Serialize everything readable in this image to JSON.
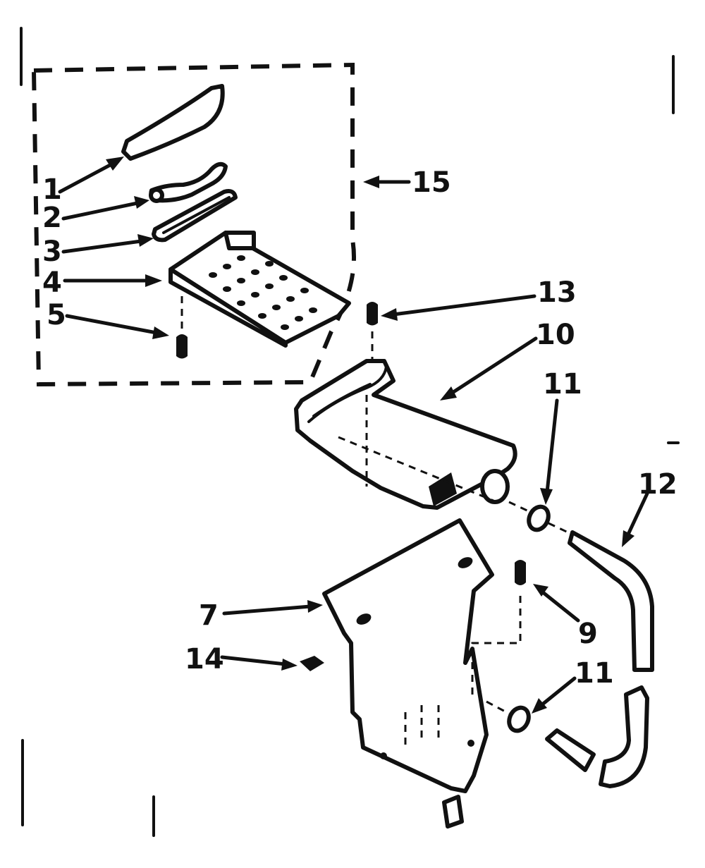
{
  "callouts": [
    {
      "id": "c1",
      "text": "1"
    },
    {
      "id": "c2",
      "text": "2"
    },
    {
      "id": "c3",
      "text": "3"
    },
    {
      "id": "c4",
      "text": "4"
    },
    {
      "id": "c5",
      "text": "5"
    },
    {
      "id": "c15",
      "text": "15"
    },
    {
      "id": "c13",
      "text": "13"
    },
    {
      "id": "c10",
      "text": "10"
    },
    {
      "id": "c11a",
      "text": "11"
    },
    {
      "id": "c12",
      "text": "12"
    },
    {
      "id": "c7",
      "text": "7"
    },
    {
      "id": "c14",
      "text": "14"
    },
    {
      "id": "c9",
      "text": "9"
    },
    {
      "id": "c11b",
      "text": "11"
    }
  ],
  "colors": {
    "ink": "#111111",
    "paper": "#ffffff"
  }
}
